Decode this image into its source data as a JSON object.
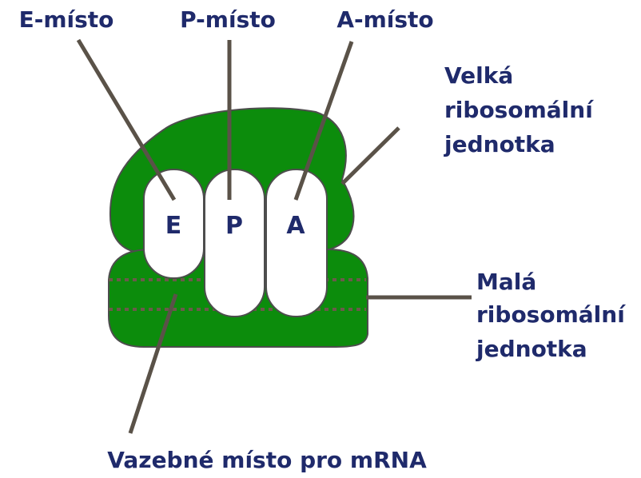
{
  "labels": {
    "e_site": "E-místo",
    "p_site": "P-místo",
    "a_site": "A-místo",
    "large_subunit": [
      "Velká",
      "ribosomální",
      "jednotka"
    ],
    "small_subunit": [
      "Malá",
      "ribosomální",
      "jednotka"
    ],
    "mrna_binding_site": "Vazebné místo pro mRNA"
  },
  "sites": {
    "e": "E",
    "p": "P",
    "a": "A"
  },
  "colors": {
    "ribosome": "#0c8c0c",
    "outline": "#4d4d4d",
    "text": "#1f2a6b",
    "leader_line": "#5a5248",
    "mrna_dotted_line": "#6b5a4a"
  }
}
